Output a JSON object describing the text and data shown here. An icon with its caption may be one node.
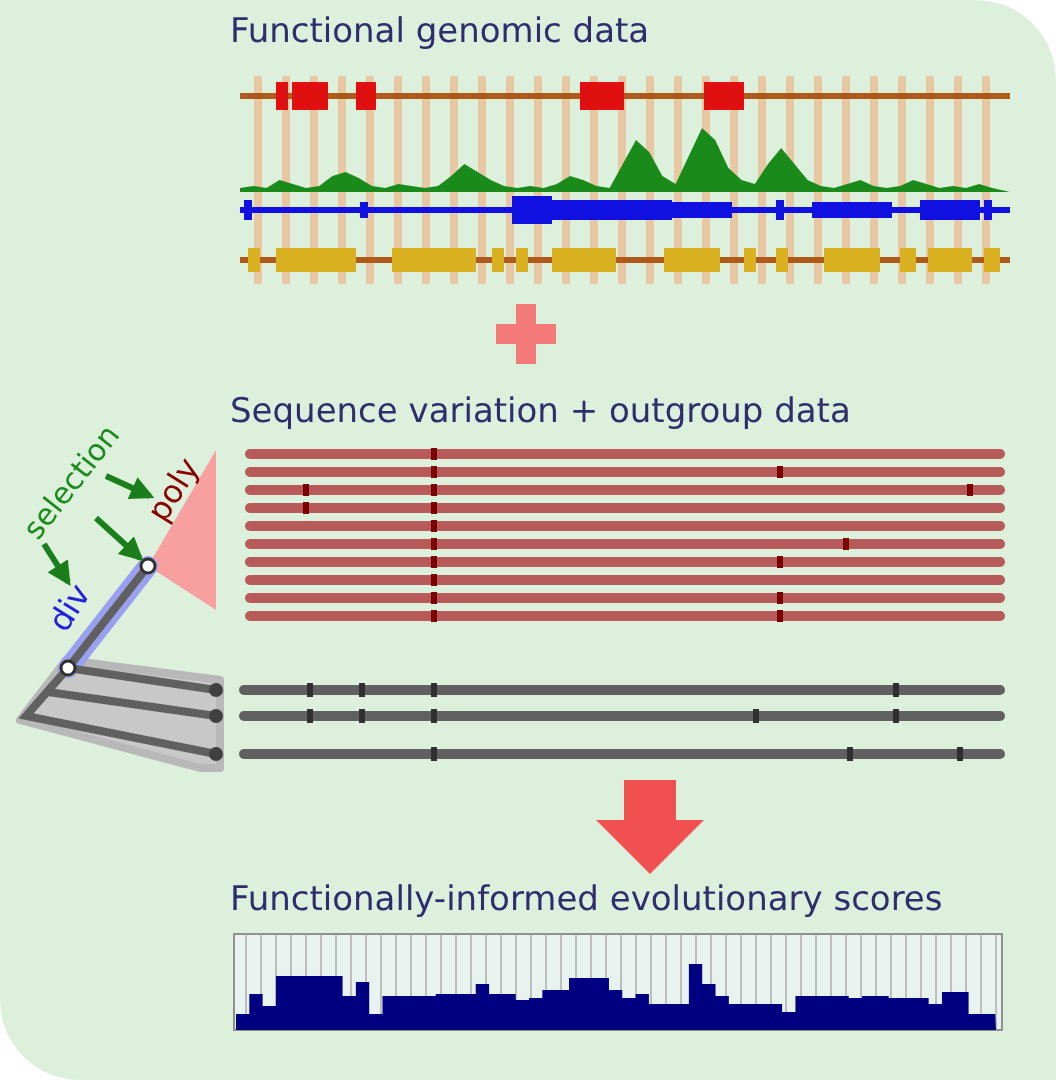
{
  "diagram": {
    "nodes": [
      {
        "text": [
          "selection"
        ]
      },
      {
        "text": [
          "div"
        ]
      },
      {
        "text": [
          "poly"
        ]
      },
      {
        "text": [],
        "shape": "circle"
      }
    ],
    "edges": [
      {
        "from": 0,
        "to": 1,
        "arrow": "to"
      },
      {
        "from": 0,
        "to": 3,
        "arrow": "to"
      },
      {
        "from": 0,
        "to": 2,
        "arrow": "to"
      }
    ],
    "labels": [
      "Functional genomic data",
      "Sequence variation + outgroup data",
      "Functionally-informed evolutionary scores"
    ]
  }
}
